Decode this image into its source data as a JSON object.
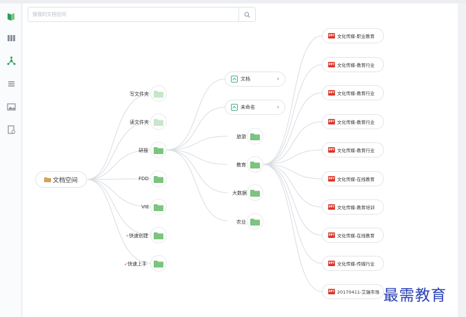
{
  "search": {
    "placeholder": "搜我的文档空间"
  },
  "sidebar": {
    "icons": [
      "logo-icon",
      "library-icon",
      "mindmap-icon",
      "stack-icon",
      "image-icon",
      "document-settings-icon"
    ]
  },
  "root": {
    "label": "文档空间"
  },
  "level1": [
    {
      "label": "写文件夹"
    },
    {
      "label": "读文件夹"
    },
    {
      "label": "研报"
    },
    {
      "label": "FDD"
    },
    {
      "label": "VIE"
    },
    {
      "label": "快速创建"
    },
    {
      "label": "快速上手"
    }
  ],
  "level2": {
    "docs": [
      {
        "label": "文档"
      },
      {
        "label": "未命名"
      }
    ],
    "folders": [
      {
        "label": "旅游"
      },
      {
        "label": "教育"
      },
      {
        "label": "大数据"
      },
      {
        "label": "农业"
      }
    ]
  },
  "level3": [
    {
      "label": "文化传媒-职业教育"
    },
    {
      "label": "文化传媒-教育行业"
    },
    {
      "label": "文化传媒-教育行业"
    },
    {
      "label": "文化传媒-教育行业"
    },
    {
      "label": "文化传媒-教育行业"
    },
    {
      "label": "文化传媒-在线教育"
    },
    {
      "label": "文化传媒-教育培训"
    },
    {
      "label": "文化传媒-在线教育"
    },
    {
      "label": "文化传媒-传媒行业"
    },
    {
      "label": "20170411-艾瑞市场"
    }
  ],
  "doc_badge": "PPT",
  "watermark": "最需教育",
  "colors": {
    "folder": "#7cc47f",
    "folder_light": "#c8e6c9",
    "link": "#d9dde2",
    "ppt": "#d9362b",
    "doc_icon": "#49b486"
  }
}
